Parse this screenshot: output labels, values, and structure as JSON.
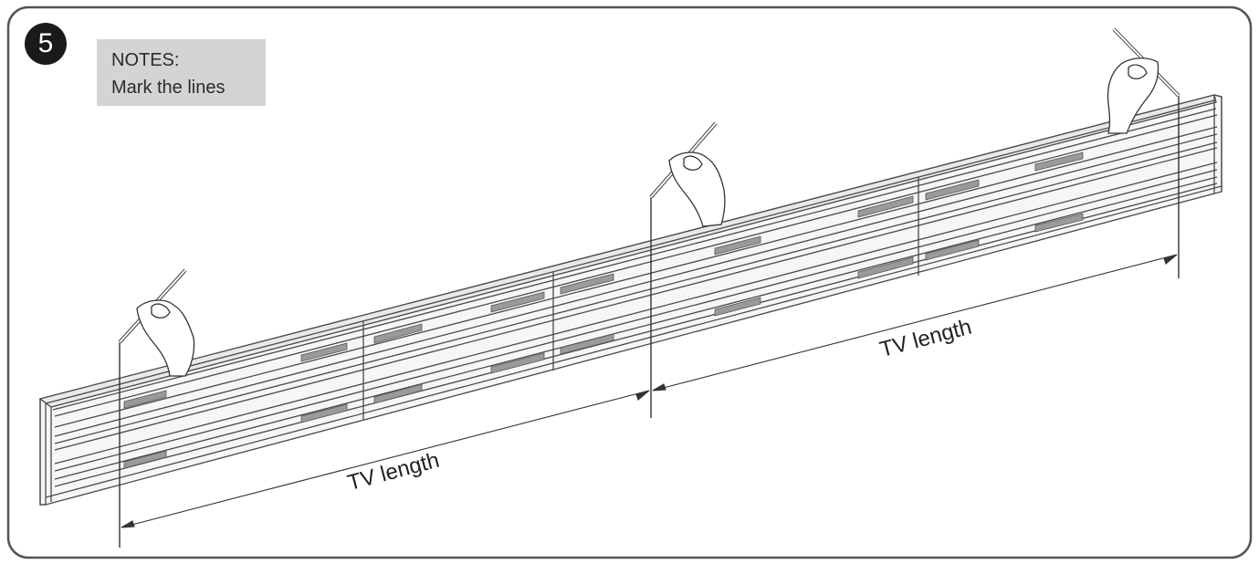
{
  "step": {
    "number": "5"
  },
  "notes": {
    "title": "NOTES:",
    "text": "Mark the lines"
  },
  "dimensions": {
    "left_label": "TV length",
    "right_label": "TV length"
  },
  "colors": {
    "note_background": "#d4d4d4",
    "line": "#333333",
    "badge": "#1a1a1a",
    "frame": "#555555"
  },
  "icons": [
    "hand-with-pencil-icon",
    "wall-rail-icon"
  ]
}
